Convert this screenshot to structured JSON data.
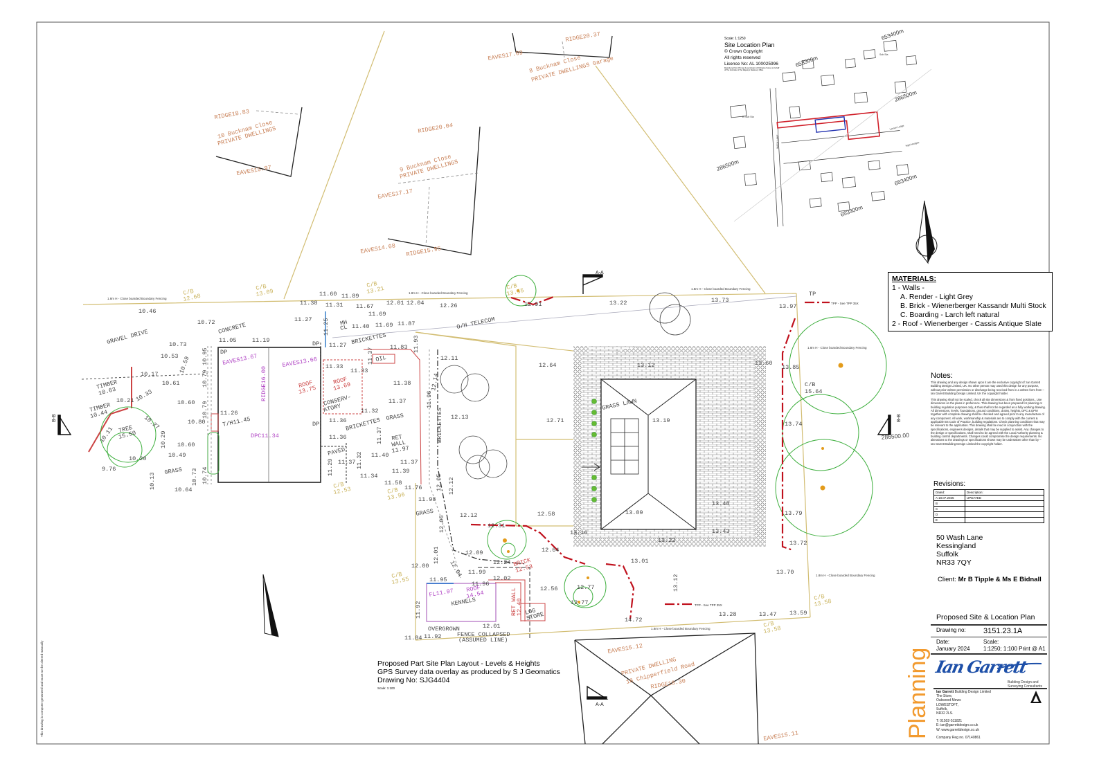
{
  "sheet": {
    "side_note": "This drawing is computer generated and must not be altered manually"
  },
  "location_plan": {
    "scale": "Scale: 1:1250",
    "title": "Site Location Plan",
    "copyright": "© Crown Copyright",
    "rights": "All rights reserved",
    "licence": "Licence No: AL 100025996",
    "small_print": "Reproduced from OS map by permission of Ordnance Survey on behalf of The Controller of Her Majesty's Stationery Office",
    "grid_labels": [
      "653400m",
      "653300m",
      "286500m",
      "286500m",
      "653400m",
      "653300m"
    ],
    "map_labels": [
      "Sub Sta",
      "WASH LANE",
      "Lemon Lodge",
      "High Hedges",
      "El Sub Sta"
    ],
    "site_outline_color": "#d0202a",
    "building_outline_color": "#1f2fb0"
  },
  "site_plan": {
    "caption": {
      "line1": "Proposed Part Site Plan Layout - Levels & Heights",
      "line2": "GPS Survey data overlay as produced by S J Geomatics",
      "line3": "Drawing No: SJG4404",
      "scale": "Scale: 1:100"
    },
    "fence_labels": [
      "1.8m H - Close boarded Boundary Fencing",
      "1.8m H - Close boarded Boundary Fencing",
      "1.8m H - Close boarded Boundary Fencing",
      "1.8m H - Close boarded Boundary Fencing",
      "1.8m H - Close boarded Boundary Fencing",
      "1.8m H - Close boarded Boundary Fencing"
    ],
    "tpp_labels": [
      "TPP - See TPP 35X",
      "TPP - See TPP 35X"
    ],
    "section_markers": [
      "A-A",
      "B-B",
      "B-B",
      "A-A"
    ],
    "grid_label": "286500.00",
    "neighbours": [
      {
        "name": "10 Bucknam Close",
        "use": "PRIVATE DWELLINGS",
        "ridge": "RIDGE18.83",
        "eaves": [
          "EAVES15.97"
        ]
      },
      {
        "name": "9 Bucknam Close",
        "use": "PRIVATE DWELLINGS",
        "ridge": "RIDGE20.04",
        "eaves": [
          "EAVES17.17",
          "EAVES14.68"
        ],
        "ridge2": "RIDGE15.95"
      },
      {
        "name": "8 Bucknam Close",
        "use": "PRIVATE DWELLINGS Garage",
        "ridge": "RIDGE20.37",
        "eaves": [
          "EAVES17.69"
        ]
      },
      {
        "name": "18 Chipperfield Road",
        "use": "PRIVATE DWELLING",
        "ridge": "RIDGE18.30",
        "eaves": [
          "EAVES15.12",
          "EAVES15.11"
        ]
      }
    ],
    "labels": [
      "GRAVEL DRIVE",
      "CONCRETE",
      "GRASS",
      "TIMBER",
      "10.63",
      "TIMBER",
      "10.44",
      "TREE",
      "15.50",
      "DP",
      "DP",
      "DP",
      "EAVES13.67",
      "EAVES13.66",
      "RIDGE16.00",
      "DPC11.34",
      "ROOF",
      "13.75",
      "ROOF",
      "13.69",
      "CONSERV-",
      "ATORY",
      "OIL",
      "BRICKETTES",
      "BRICKETTES",
      "GRASS",
      "RET",
      "WALL",
      "11.97",
      "PAVED",
      "MH",
      "CL",
      "O/H TELECOM",
      "GRASS LAWN",
      "GRASS",
      "BRICKETTES",
      "KENNELS",
      "FL11.97",
      "ROOF",
      "14.54",
      "RET WALL",
      "12.40",
      "LOG",
      "STORE",
      "BRICK",
      "12.53",
      "OVERGROWN",
      "FENCE COLLAPSED",
      "(ASSUMED LINE)",
      "T/H11.45",
      "TP",
      "C/B",
      "15.64"
    ],
    "cb_markers": [
      "C/B",
      "C/B",
      "C/B",
      "C/B",
      "C/B",
      "C/B",
      "C/B",
      "C/B",
      "C/B"
    ],
    "cb_values": [
      "12.68",
      "13.09",
      "13.21",
      "12.53",
      "13.96",
      "13.55",
      "13.55",
      "13.58",
      "13.58"
    ],
    "levels": [
      "10.46",
      "10.72",
      "11.05",
      "11.19",
      "10.73",
      "10.53",
      "10.59",
      "10.95",
      "10.17",
      "10.33",
      "10.61",
      "10.79",
      "10.60",
      "10.79",
      "10.80",
      "10.27",
      "10.29",
      "10.60",
      "10.49",
      "10.20",
      "9.76",
      "10.13",
      "10.64",
      "10.73",
      "10.74",
      "11.26",
      "10.21",
      "10.11",
      "11.38",
      "11.60",
      "11.31",
      "11.89",
      "11.67",
      "11.69",
      "12.01",
      "12.04",
      "11.27",
      "11.25",
      "11.40",
      "11.69",
      "11.87",
      "11.27",
      "11.83",
      "11.93",
      "11.33",
      "11.33",
      "11.37",
      "11.38",
      "11.37",
      "11.32",
      "11.36",
      "11.36",
      "11.37",
      "11.37",
      "11.40",
      "11.37",
      "11.39",
      "11.34",
      "11.58",
      "11.76",
      "11.29",
      "11.32",
      "12.11",
      "12.64",
      "12.14",
      "12.13",
      "11.96",
      "12.71",
      "12.05",
      "12.12",
      "11.98",
      "12.05",
      "12.12",
      "12.58",
      "12.31",
      "12.01",
      "12.00",
      "12.04",
      "12.09",
      "12.24",
      "11.99",
      "12.64",
      "11.95",
      "11.96",
      "12.02",
      "12.56",
      "12.77",
      "12.77",
      "11.92",
      "12.01",
      "11.84",
      "11.92",
      "12.26",
      "13.22",
      "13.73",
      "13.97",
      "13.19",
      "13.09",
      "13.16",
      "13.22",
      "13.01",
      "13.12",
      "13.48",
      "13.43",
      "13.70",
      "13.28",
      "13.47",
      "13.59",
      "14.72",
      "13.85",
      "13.74",
      "13.79",
      "13.72",
      "12.91",
      "13.12",
      "13.60"
    ]
  },
  "materials": {
    "title": "MATERIALS:",
    "walls": "1 - Walls -",
    "items": [
      "A.   Render - Light Grey",
      "B.   Brick - Wienerberger Kassandr Multi Stock",
      "C.   Boarding - Larch left natural"
    ],
    "roof": "2 - Roof - Wienerberger - Cassis Antique Slate"
  },
  "notes": {
    "title": "Notes:",
    "paragraphs": [
      "This drawing and any design shown upon it are the exclusive copyright of: Ian Garrett Building Design Limited, UK. No other person may used this design for any purpose, without prior written permission or discharge being received from in a written form from – Ian Garrett Building Design Limited, UK the copyright holder.",
      "This drawing shall not be scaled, check all site dimensions & from fixed positions.. Use dimensions on the plans in preference. This drawing has been prepared for planning or building regulation purposes only, & thus shall not be regarded as a fully working drawing. All dimensions, levels, foundations, ground conditions, drains, heights, DPC & DPM together with complete drawing shall be checked and agreed prior to any manufacture of any component. All work, workmanship & materials are to comply with the current & applicable BS Code of Practice, building regulations. Check planning conditions that may be relevant to the application. This drawing shall be read in conjunction with the specifications, engineers designs, details that may be supplied to assist. Any changes to the design or specifications, shall need to be agreed with the Local Authority planning & building control departments. Changes could compromise the design requirements. No alterations to the drawings or specifications shown may be undertaken other than by – Ian Garrett Building Design Limited the copyright holder."
    ]
  },
  "revisions": {
    "title": "Revisions:",
    "headers": [
      "Dated:",
      "Description:"
    ],
    "rows": [
      {
        "rev": "A",
        "date": "18.07.2025",
        "desc": "UPDATED"
      },
      {
        "rev": "B",
        "date": "",
        "desc": ""
      },
      {
        "rev": "C",
        "date": "",
        "desc": ""
      },
      {
        "rev": "D",
        "date": "",
        "desc": ""
      },
      {
        "rev": "E",
        "date": "",
        "desc": ""
      }
    ]
  },
  "address": [
    "50 Wash Lane",
    "Kessingland",
    "Suffolk",
    "NR33 7QY"
  ],
  "client": {
    "label": "Client:",
    "value": "Mr B Tipple & Ms E Bidnall"
  },
  "title_block": {
    "title": "Proposed Site & Location Plan",
    "drawing_no_label": "Drawing no:",
    "drawing_no": "3151.23.1A",
    "date_label": "Date:",
    "date": "January 2024",
    "scale_label": "Scale:",
    "scale": "1:1250; 1:100 Print @ A1",
    "status": "Planning",
    "status_color": "#f29a2e"
  },
  "company": {
    "logo_text": "Ian Garrett",
    "logo_color": "#1d4fa8",
    "tagline": [
      "Building Design and",
      "Surveying Consultants"
    ],
    "name_bold": "Ian Garrett",
    "name_rest": " Building Design Limited",
    "address": [
      "The Store,",
      "Oakwood Mews",
      "LOWESTOFT,",
      "Suffolk,",
      "NR32 2LS."
    ],
    "phone": "T: 01502-511821",
    "email": "E: ian@garrettdesign.co.uk",
    "web": "W: www.garrettdesign.co.uk",
    "reg": "Company Reg no. 07140861"
  }
}
